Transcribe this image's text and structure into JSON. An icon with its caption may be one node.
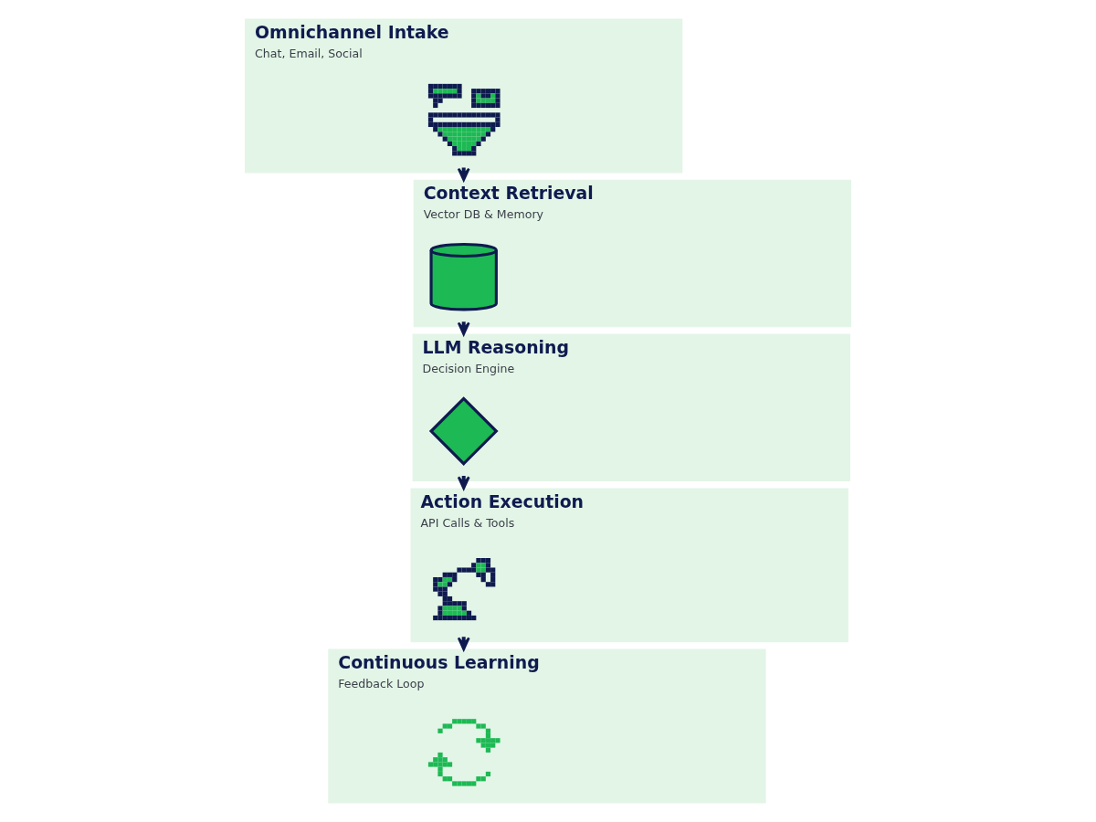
{
  "diagram": {
    "nodes": [
      {
        "text": [
          "Omnichannel Intake",
          "Chat, Email, Social"
        ]
      },
      {
        "text": [],
        "shape": "picture",
        "in": 0
      },
      {
        "text": [
          "Context Retrieval",
          "Vector DB & Memory"
        ]
      },
      {
        "text": [],
        "shape": "cylinder",
        "in": 2
      },
      {
        "text": [
          "LLM Reasoning",
          "Decision Engine"
        ]
      },
      {
        "text": [],
        "shape": "diamond",
        "in": 4
      },
      {
        "text": [
          "Action Execution",
          "API Calls & Tools"
        ]
      },
      {
        "text": [],
        "shape": "picture",
        "in": 6
      },
      {
        "text": [
          "Continuous Learning",
          "Feedback Loop"
        ]
      },
      {
        "text": [],
        "shape": "picture",
        "in": 8
      }
    ],
    "edges": [
      {
        "from": 0,
        "to": 2,
        "arrow": "to"
      },
      {
        "from": 2,
        "to": 4,
        "arrow": "to"
      },
      {
        "from": 4,
        "to": 6,
        "arrow": "to"
      },
      {
        "from": 6,
        "to": 8,
        "arrow": "to"
      }
    ]
  }
}
